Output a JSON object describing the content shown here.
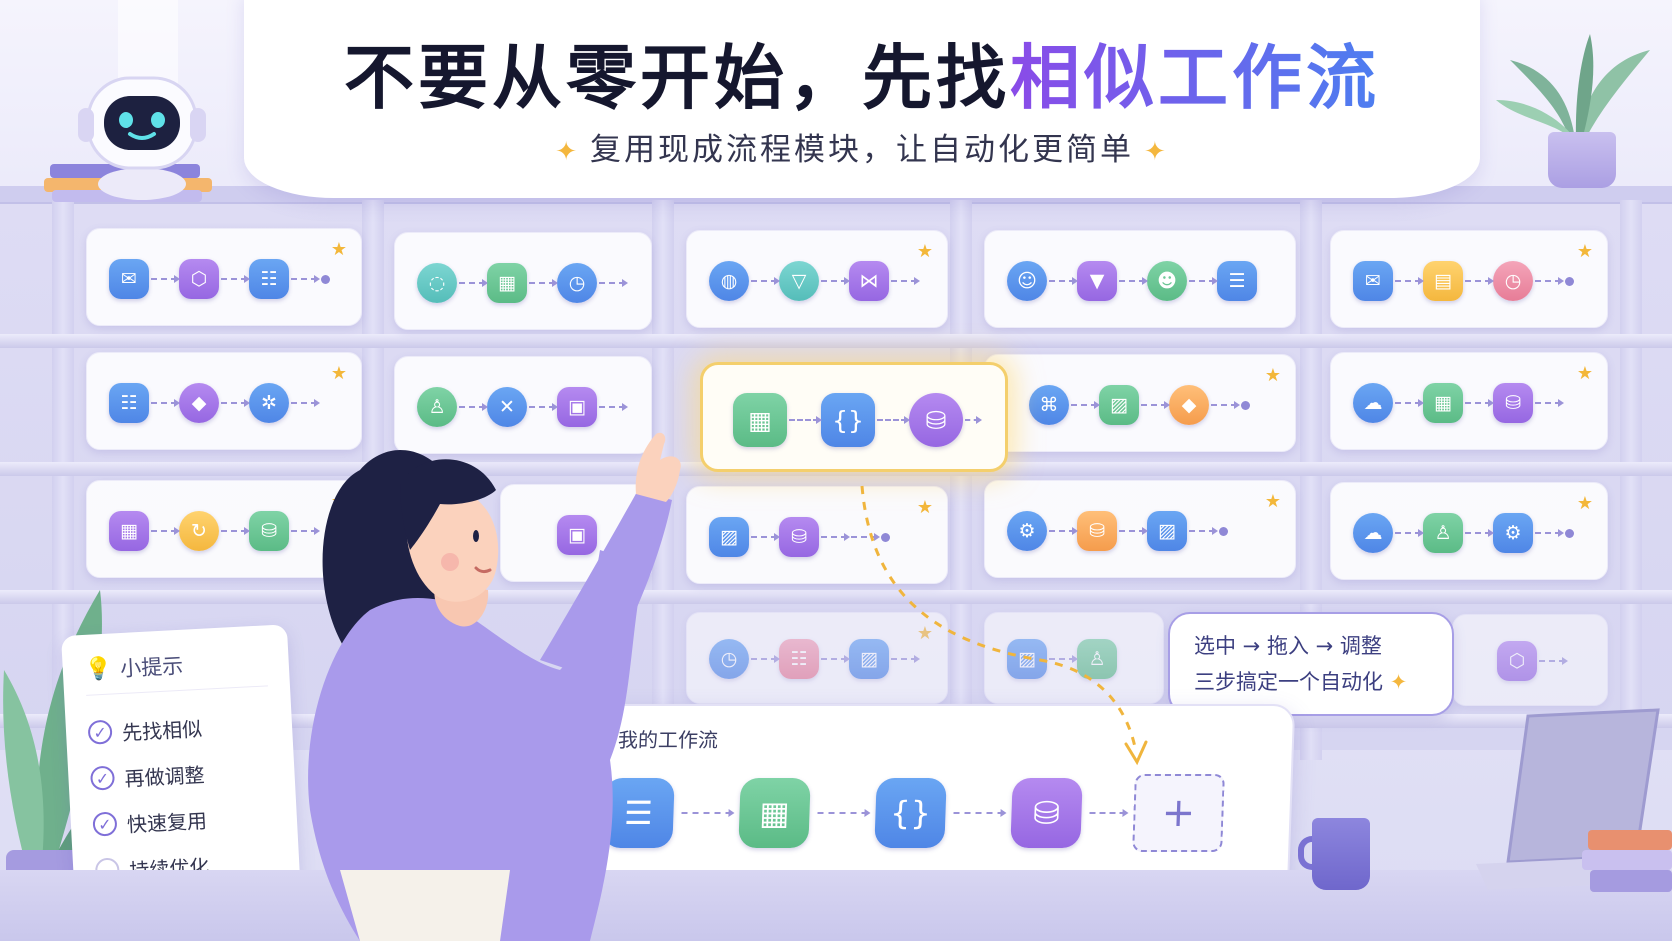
{
  "title": {
    "part1": "不要从零开始，先找",
    "part2": "相似工作流",
    "subtitle": "复用现成流程模块，让自动化更简单",
    "accent_gradient": [
      "#8a4be8",
      "#4d7ef0"
    ]
  },
  "tips": {
    "title": "小提示",
    "items": [
      {
        "label": "先找相似",
        "checked": true
      },
      {
        "label": "再做调整",
        "checked": true
      },
      {
        "label": "快速复用",
        "checked": true
      },
      {
        "label": "持续优化",
        "checked": false
      }
    ]
  },
  "bubble": {
    "line1": "选中 → 拖入 → 调整",
    "line2": "三步搞定一个自动化"
  },
  "my_workflow": {
    "title": "我的工作流",
    "nodes": [
      {
        "icon": "document-icon",
        "glyph": "☰",
        "color": "blue"
      },
      {
        "icon": "table-icon",
        "glyph": "▦",
        "color": "green"
      },
      {
        "icon": "code-braces-icon",
        "glyph": "{}",
        "color": "blue"
      },
      {
        "icon": "database-icon",
        "glyph": "⛁",
        "color": "purple"
      }
    ],
    "add_slot": "+"
  },
  "highlighted_card": {
    "nodes": [
      {
        "icon": "table-icon",
        "glyph": "▦",
        "color": "green"
      },
      {
        "icon": "code-braces-icon",
        "glyph": "{}",
        "color": "blue"
      },
      {
        "icon": "database-icon",
        "glyph": "⛁",
        "color": "purple"
      }
    ]
  },
  "colors": {
    "star": "#f3b73a",
    "link": "#9b93d8",
    "highlight_border": "#f4cf6c"
  }
}
